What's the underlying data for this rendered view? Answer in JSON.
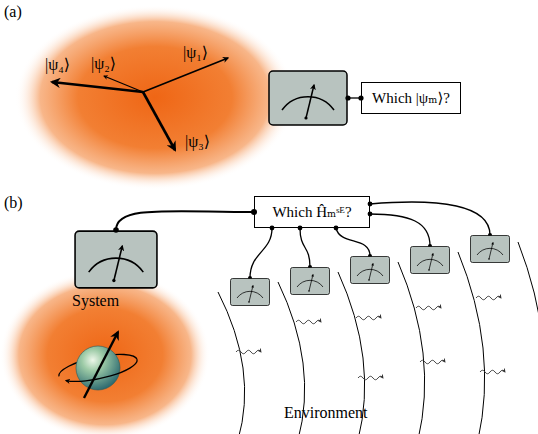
{
  "diagram": {
    "nodes": [
      {
        "text": [
          "|ψ₄⟩",
          "|ψ₂⟩",
          "|ψ₁⟩",
          "|ψ₃⟩"
        ]
      },
      {
        "text": [
          "Which |ψₘ⟩?"
        ]
      },
      {
        "text": [
          "Which Ĥₘˢᴱ?"
        ]
      },
      {
        "text": [
          "System"
        ]
      }
    ],
    "labels": [
      "(a)",
      "(b)",
      "Environment"
    ]
  }
}
